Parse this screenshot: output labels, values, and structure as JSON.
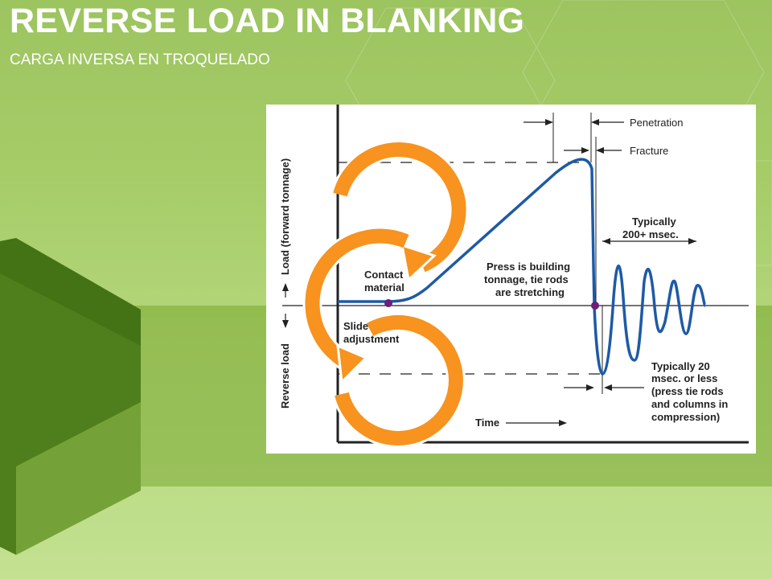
{
  "slide": {
    "title": "REVERSE LOAD IN BLANKING",
    "subtitle": "CARGA INVERSA EN TROQUELADO"
  },
  "diagram": {
    "y_label_top": "Load (forward tonnage)",
    "y_label_bottom": "Reverse load",
    "x_label": "Time",
    "labels": {
      "penetration": "Penetration",
      "fracture": "Fracture",
      "typically_200_line1": "Typically",
      "typically_200_line2": "200+ msec.",
      "contact_line1": "Contact",
      "contact_line2": "material",
      "building_line1": "Press is building",
      "building_line2": "tonnage, tie rods",
      "building_line3": "are stretching",
      "slide_line1": "Slide",
      "slide_line2": "adjustment",
      "typ20_line1": "Typically 20",
      "typ20_line2": "msec. or less",
      "typ20_line3": "(press tie rods",
      "typ20_line4": "and columns in",
      "typ20_line5": "compression)"
    }
  },
  "colors": {
    "curve": "#1e5aa6",
    "marker": "#6b1f7a",
    "arrow": "#f7931e",
    "arrow_edge": "#ffffff"
  }
}
